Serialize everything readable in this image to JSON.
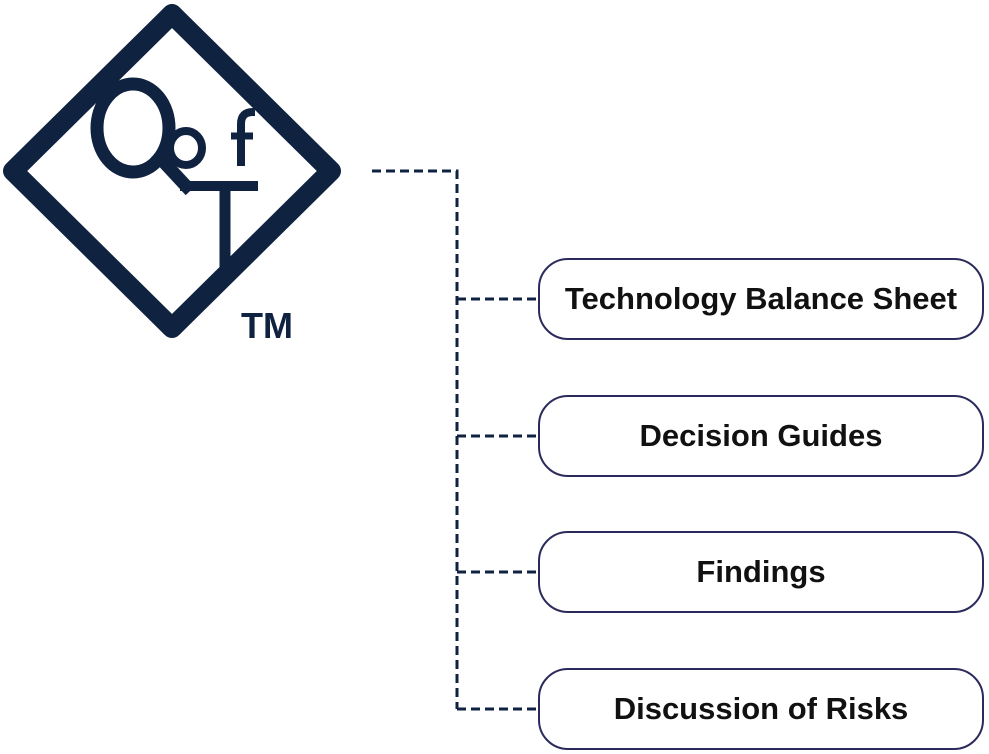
{
  "logo": {
    "mark_text": "QofT",
    "tm": "TM",
    "color": "#0f2240"
  },
  "connector_color": "#0f2240",
  "box_border_color": "#2b2a5c",
  "items": [
    {
      "label": "Technology Balance Sheet"
    },
    {
      "label": "Decision Guides"
    },
    {
      "label": "Findings"
    },
    {
      "label": "Discussion of Risks"
    }
  ]
}
